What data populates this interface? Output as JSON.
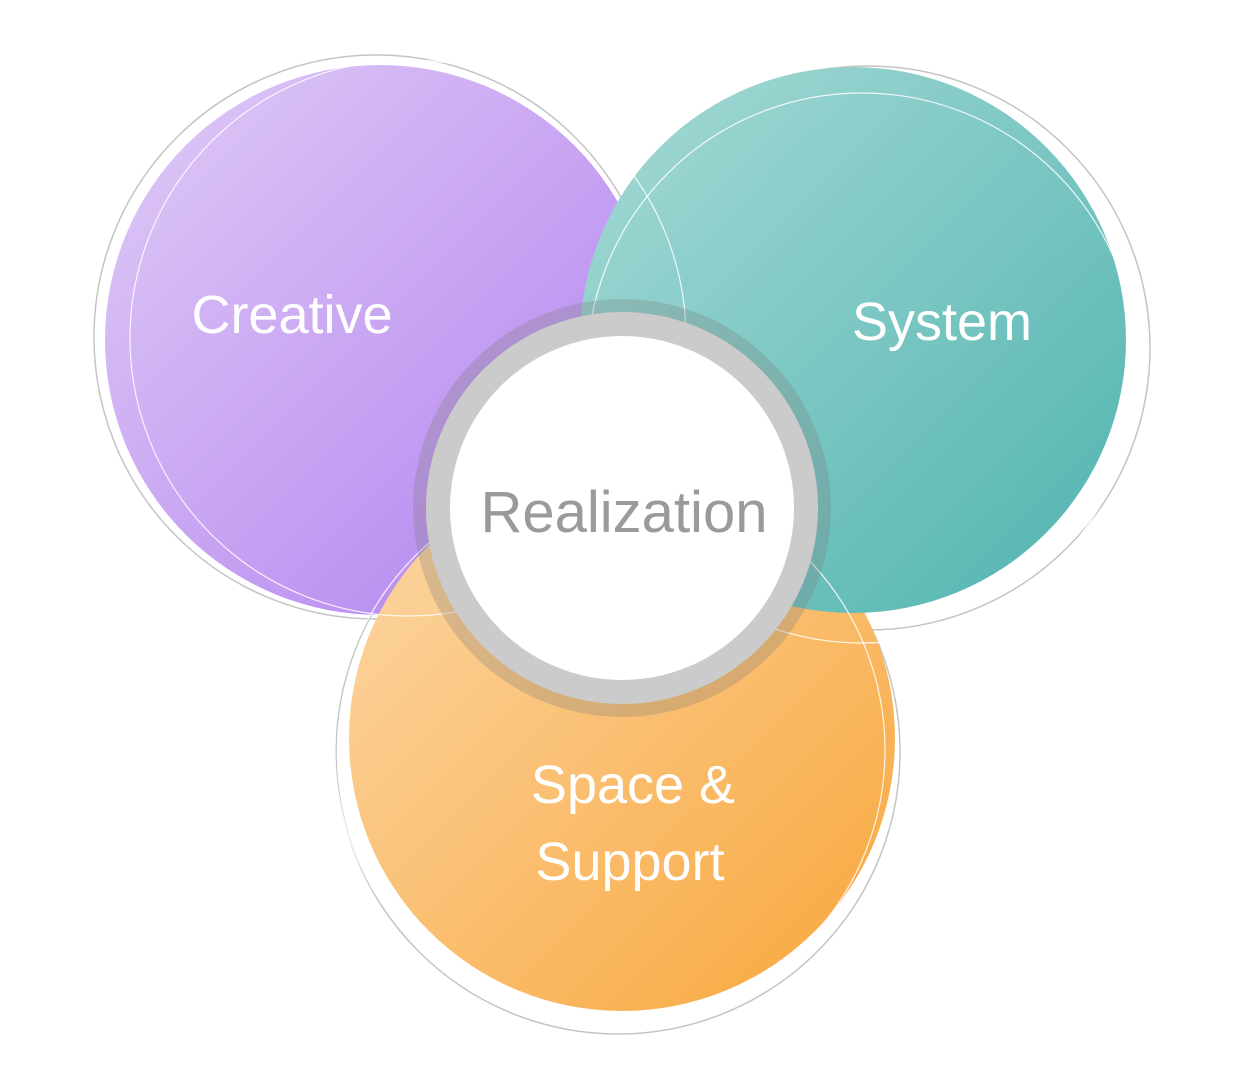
{
  "diagram": {
    "creative": {
      "label": "Creative",
      "color_light": "#e0ccf6",
      "color_dark": "#b07eef"
    },
    "system": {
      "label": "System",
      "color_light": "#a7dad6",
      "color_dark": "#4fb3af"
    },
    "space_support": {
      "label_line1": "Space &",
      "label_line2": "Support",
      "color_light": "#fcd8a8",
      "color_dark": "#f8a63a"
    },
    "center": {
      "label": "Realization",
      "ring_color": "#cbcbcb",
      "fill_color": "#ffffff",
      "text_color": "#9a9a9a"
    }
  }
}
